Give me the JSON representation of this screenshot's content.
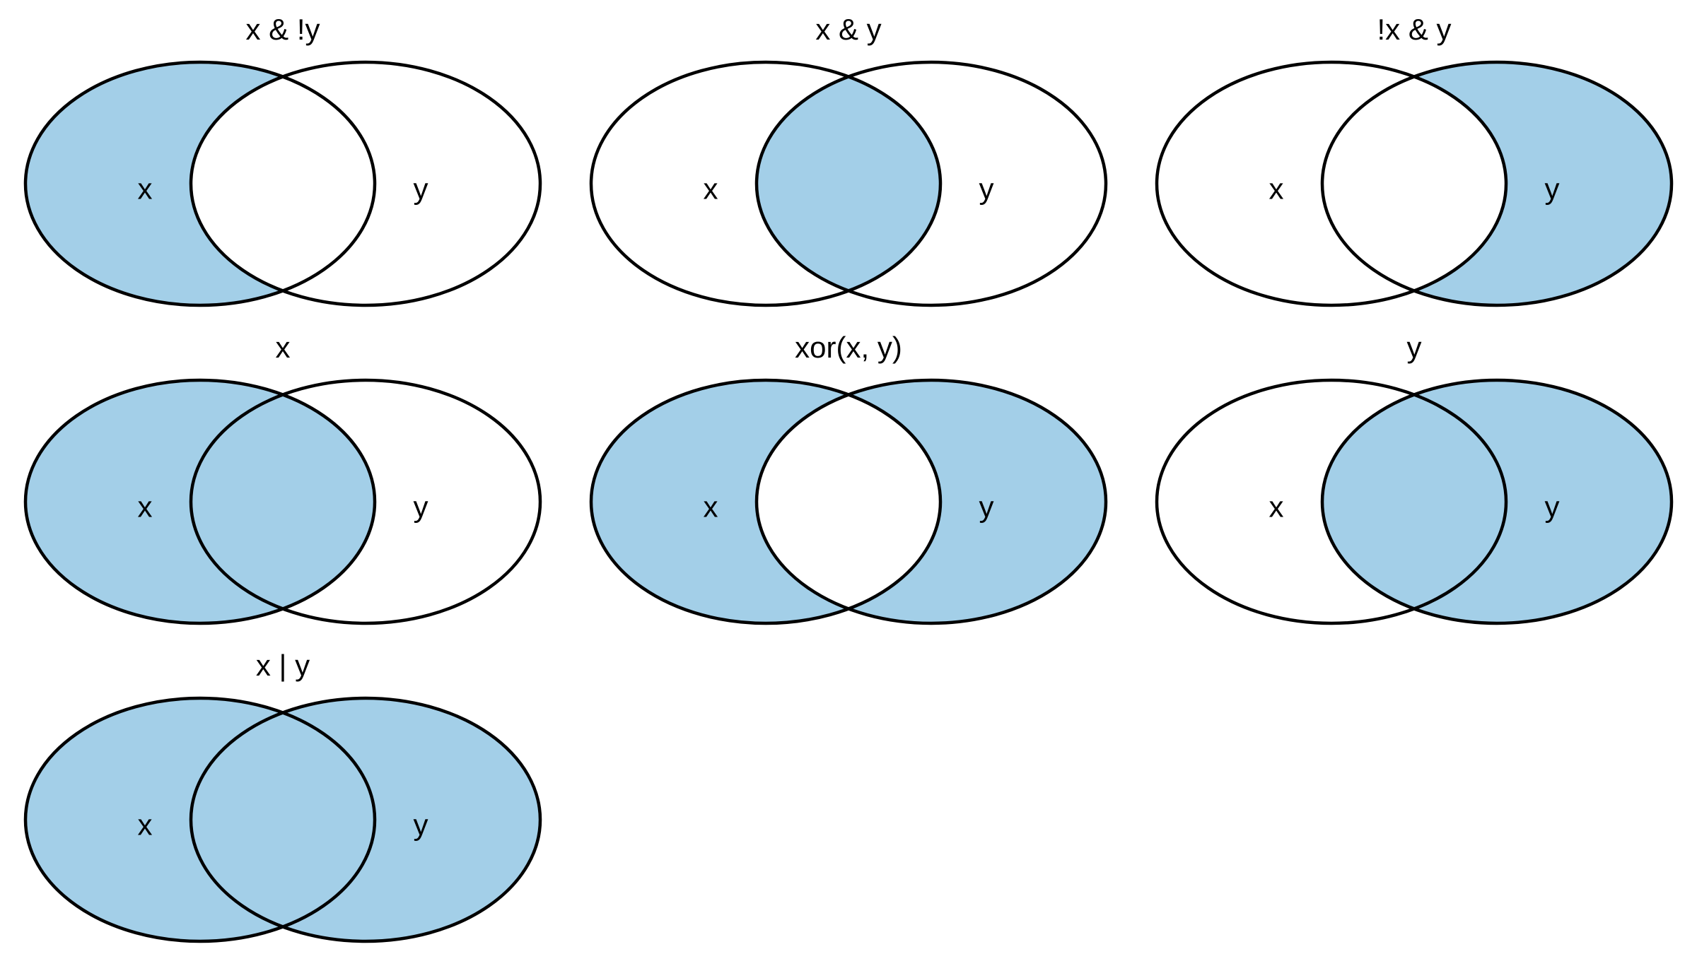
{
  "figure": {
    "type": "venn-diagram-grid",
    "columns": 3,
    "colors": {
      "shade_fill": "#A3CFE8",
      "outline": "#000000",
      "text": "#000000",
      "background": "#FFFFFF"
    },
    "set_labels": {
      "left": "x",
      "right": "y"
    },
    "panels": [
      {
        "title": "x & !y",
        "shaded_regions": {
          "left_only": true,
          "intersection": false,
          "right_only": false
        }
      },
      {
        "title": "x & y",
        "shaded_regions": {
          "left_only": false,
          "intersection": true,
          "right_only": false
        }
      },
      {
        "title": "!x & y",
        "shaded_regions": {
          "left_only": false,
          "intersection": false,
          "right_only": true
        }
      },
      {
        "title": "x",
        "shaded_regions": {
          "left_only": true,
          "intersection": true,
          "right_only": false
        }
      },
      {
        "title": "xor(x, y)",
        "shaded_regions": {
          "left_only": true,
          "intersection": false,
          "right_only": true
        }
      },
      {
        "title": "y",
        "shaded_regions": {
          "left_only": false,
          "intersection": true,
          "right_only": true
        }
      },
      {
        "title": "x | y",
        "shaded_regions": {
          "left_only": true,
          "intersection": true,
          "right_only": true
        }
      }
    ]
  }
}
